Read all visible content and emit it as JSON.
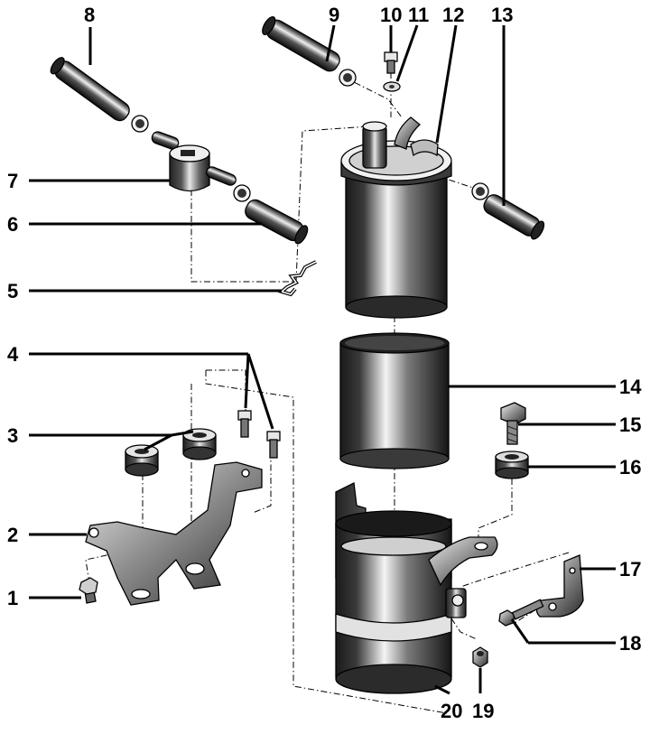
{
  "callouts": [
    {
      "id": "1",
      "text": "1",
      "part": "bolt"
    },
    {
      "id": "2",
      "text": "2",
      "part": "bracket"
    },
    {
      "id": "3",
      "text": "3",
      "part": "rubber-bushing"
    },
    {
      "id": "4",
      "text": "4",
      "part": "bracket-screws"
    },
    {
      "id": "5",
      "text": "5",
      "part": "retaining-clip"
    },
    {
      "id": "6",
      "text": "6",
      "part": "fuel-hose"
    },
    {
      "id": "7",
      "text": "7",
      "part": "valve"
    },
    {
      "id": "8",
      "text": "8",
      "part": "fuel-hose"
    },
    {
      "id": "9",
      "text": "9",
      "part": "fuel-hose"
    },
    {
      "id": "10",
      "text": "10",
      "part": "screw"
    },
    {
      "id": "11",
      "text": "11",
      "part": "washer"
    },
    {
      "id": "12",
      "text": "12",
      "part": "filter-head-fitting"
    },
    {
      "id": "13",
      "text": "13",
      "part": "fuel-hose"
    },
    {
      "id": "14",
      "text": "14",
      "part": "sleeve"
    },
    {
      "id": "15",
      "text": "15",
      "part": "bolt"
    },
    {
      "id": "16",
      "text": "16",
      "part": "rubber-bushing"
    },
    {
      "id": "17",
      "text": "17",
      "part": "small-bracket"
    },
    {
      "id": "18",
      "text": "18",
      "part": "bolt"
    },
    {
      "id": "19",
      "text": "19",
      "part": "nut"
    },
    {
      "id": "20",
      "text": "20",
      "part": "filter-housing"
    }
  ],
  "colors": {
    "metal_dark": "#1e1e1e",
    "metal_light": "#f2f2f2",
    "ink": "#000000"
  }
}
